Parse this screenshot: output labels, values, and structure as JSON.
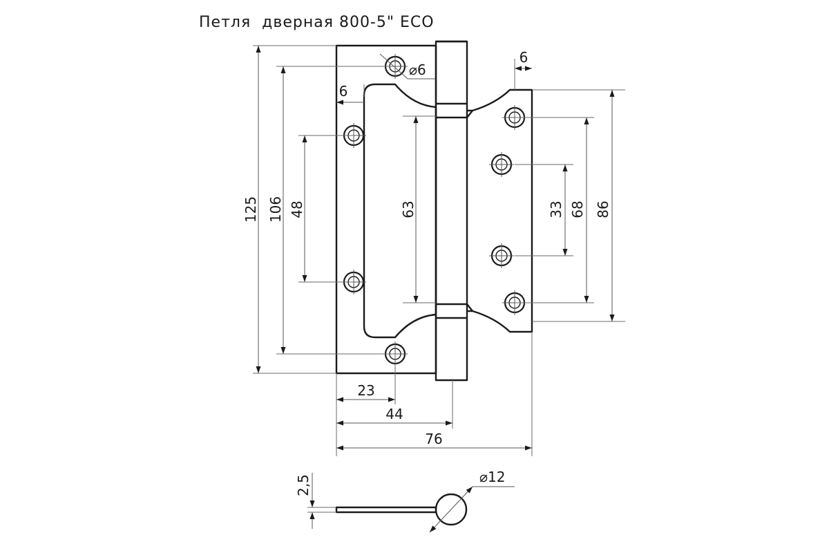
{
  "title": "Петля  дверная 800-5\" ECO",
  "dims": {
    "total_height": "125",
    "outer_holes_span": "106",
    "left_inner_holes_span": "48",
    "slot_height": "63",
    "right_inner_holes_span": "33",
    "right_mid_holes_span": "68",
    "right_plate_height": "86",
    "edge_offset_left": "6",
    "edge_offset_right": "6",
    "hole_diameter": "⌀6",
    "hole_offset_x": "23",
    "knuckle_offset_x": "44",
    "total_width": "76",
    "thickness": "2,5",
    "knuckle_diameter": "⌀12"
  },
  "colors": {
    "line": "#1a1a1a",
    "dimension_line": "#6a6a6a",
    "background": "#ffffff"
  }
}
